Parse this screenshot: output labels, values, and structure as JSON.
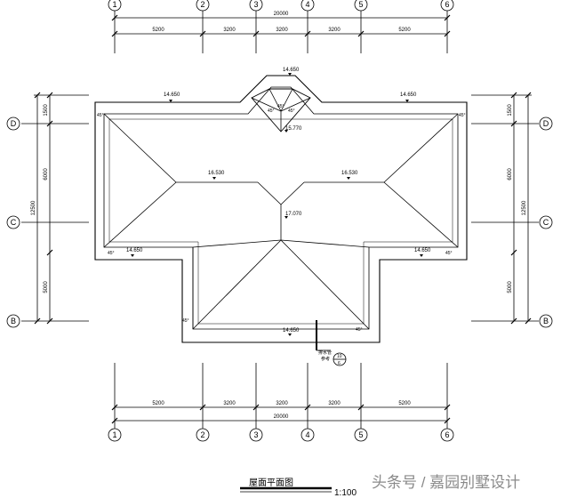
{
  "axes_top": [
    "1",
    "2",
    "3",
    "4",
    "5",
    "6"
  ],
  "axes_bottom": [
    "1",
    "2",
    "3",
    "4",
    "5",
    "6"
  ],
  "axes_left": [
    "D",
    "C",
    "B"
  ],
  "axes_right": [
    "D",
    "C",
    "B"
  ],
  "dims_top_total": "20000",
  "dims_top": [
    "5200",
    "3200",
    "3200",
    "3200",
    "5200"
  ],
  "dims_bottom_total": "20000",
  "dims_bottom": [
    "5200",
    "3200",
    "3200",
    "3200",
    "5200"
  ],
  "dims_side": [
    "1500",
    "6000",
    "5000"
  ],
  "dims_side_total": "12500",
  "levels": {
    "bay_top": "14.650",
    "eave_top_left": "14.650",
    "eave_top_right": "14.650",
    "bay_ridge": "15.770",
    "hip_left": "16.530",
    "hip_right": "16.530",
    "ridge_center": "17.070",
    "eave_mid_left": "14.650",
    "eave_mid_right": "14.650",
    "eave_bottom": "14.650"
  },
  "angles": [
    "45°",
    "45°",
    "45°",
    "45°",
    "45°",
    "45°",
    "45°",
    "45°",
    "45°"
  ],
  "callout": {
    "text_a": "排水管",
    "text_b": "参考",
    "num_top": "10",
    "num_bottom": "6"
  },
  "title": {
    "name": "屋面平面图",
    "scale": "1:100"
  },
  "watermark": "头条号 / 嘉园别墅设计"
}
